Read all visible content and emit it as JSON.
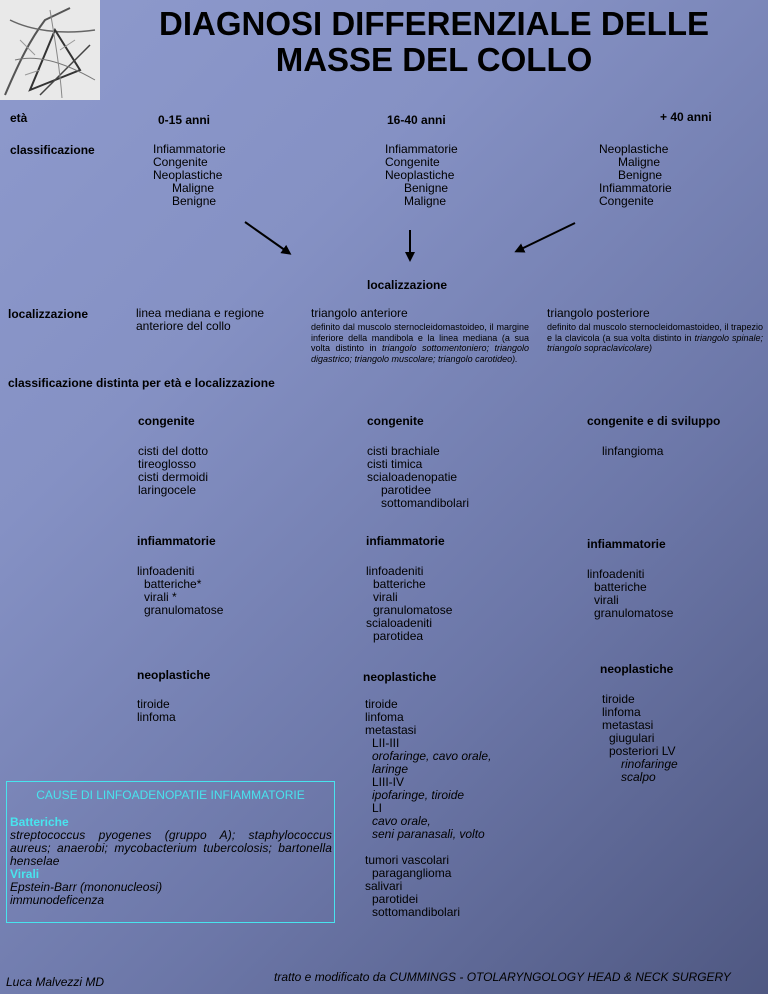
{
  "title": "DIAGNOSI DIFFERENZIALE DELLE MASSE DEL COLLO",
  "header": {
    "eta_label": "età",
    "classificazione_label": "classificazione",
    "age_groups": [
      "0-15 anni",
      "16-40 anni",
      "+ 40 anni"
    ],
    "class_col1": [
      "Infiammatorie",
      "Congenite",
      "Neoplastiche",
      "Maligne",
      "Benigne"
    ],
    "class_col2": [
      "Infiammatorie",
      "Congenite",
      "Neoplastiche",
      "Benigne",
      "Maligne"
    ],
    "class_col3": [
      "Neoplastiche",
      "Maligne",
      "Benigne",
      "Infiammatorie",
      "Congenite"
    ]
  },
  "localizzazione": {
    "center_label": "localizzazione",
    "row_label": "localizzazione",
    "col1": "linea mediana e regione anteriore del collo",
    "col2_title": "triangolo anteriore",
    "col2_desc_normal": "definito dal muscolo sternocleidomastoideo, il margine inferiore della mandibola e la linea mediana (a sua volta distinto in ",
    "col2_desc_italic": "triangolo sottomentoniero; triangolo digastrico; triangolo muscolare; triangolo carotideo).",
    "col3_title": "triangolo posteriore",
    "col3_desc_normal": "definito dal muscolo sternocleidomastoideo, il trapezio e la clavicola (a sua volta distinto in ",
    "col3_desc_italic": "triangolo spinale; triangolo sopraclavicolare)"
  },
  "classificazione_distinta": "classificazione distinta per età e localizzazione",
  "congenite": {
    "col1_title": "congenite",
    "col2_title": "congenite",
    "col3_title": "congenite e di sviluppo",
    "col1": [
      "cisti del dotto",
      "tireoglosso",
      "cisti dermoidi",
      "laringocele"
    ],
    "col2": [
      "cisti brachiale",
      "cisti timica",
      "scialoadenopatie",
      "parotidee",
      "sottomandibolari"
    ],
    "col3": [
      "linfangioma"
    ]
  },
  "infiammatorie": {
    "col1_title": "infiammatorie",
    "col2_title": "infiammatorie",
    "col3_title": "infiammatorie",
    "col1": [
      "linfoadeniti",
      "batteriche*",
      "virali  *",
      "granulomatose"
    ],
    "col2": [
      "linfoadeniti",
      "batteriche",
      "virali",
      "granulomatose",
      "scialoadeniti",
      "parotidea"
    ],
    "col3": [
      "linfoadeniti",
      "batteriche",
      "virali",
      "granulomatose"
    ]
  },
  "neoplastiche": {
    "col1_title": "neoplastiche",
    "col2_title": "neoplastiche",
    "col3_title": "neoplastiche",
    "col1": [
      "tiroide",
      "linfoma"
    ],
    "col2": [
      "tiroide",
      "linfoma",
      "metastasi",
      "LII-III",
      "orofaringe, cavo orale,",
      "laringe",
      "LIII-IV",
      "ipofaringe, tiroide",
      "LI",
      "cavo orale,",
      "seni paranasali, volto"
    ],
    "col2_extra": [
      "tumori vascolari",
      "paraganglioma",
      "salivari",
      "parotidei",
      "sottomandibolari"
    ],
    "col3": [
      "tiroide",
      "linfoma",
      "metastasi",
      "giugulari",
      "posteriori LV",
      "rinofaringe",
      "scalpo"
    ]
  },
  "box": {
    "title": "CAUSE DI LINFOADENOPATIE INFIAMMATORIE",
    "batteriche_label": "Batteriche",
    "batteriche_text": "streptococcus pyogenes (gruppo A); staphylococcus aureus; anaerobi; mycobacterium tubercolosis; bartonella henselae",
    "virali_label": "Virali",
    "virali_line1": "Epstein-Barr (mononucleosi)",
    "virali_line2": "immunodeficenza"
  },
  "footer": {
    "author": "Luca Malvezzi MD",
    "source": "tratto e modificato da CUMMINGS - OTOLARYNGOLOGY HEAD & NECK SURGERY"
  }
}
